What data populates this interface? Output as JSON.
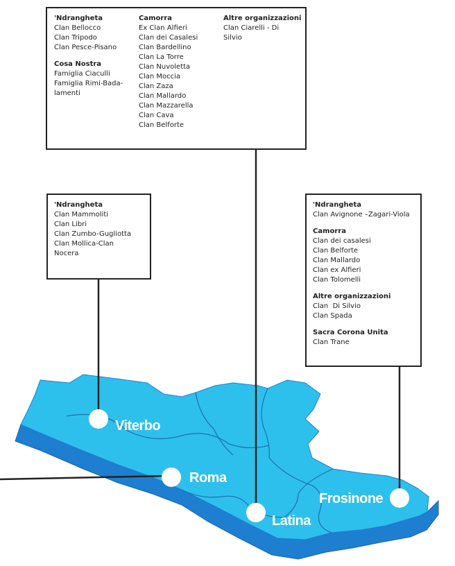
{
  "colors": {
    "region_top": "#2ec0ec",
    "region_side": "#1e7fd0",
    "region_side_dark": "#1863b8",
    "province_border": "#1a6fae",
    "leader": "#222222",
    "marker": "#ffffff",
    "city_label": "#ffffff"
  },
  "boxes": {
    "top": {
      "columns": [
        [
          {
            "heading": "'Ndrangheta",
            "items": [
              "Clan Bellocco",
              "Clan Tripodo",
              "Clan Pesce-Pisano"
            ]
          },
          {
            "heading": "Cosa Nostra",
            "items": [
              "Famiglia Ciaculli",
              "Famiglia Rimi-Bada-",
              "lamenti"
            ]
          }
        ],
        [
          {
            "heading": "Camorra",
            "items": [
              "Ex Clan Alfieri",
              "Clan dei Casalesi",
              "Clan Bardellino",
              "Clan La Torre",
              "Clan Nuvoletta",
              "Clan Moccia",
              "Clan Zaza",
              "Clan Mallardo",
              "Clan Mazzarella",
              "Clan Cava",
              "Clan Belforte"
            ]
          }
        ],
        [
          {
            "heading": "Altre organizzazioni",
            "items": [
              "Clan Ciarelli - Di",
              "Silvio"
            ]
          }
        ]
      ]
    },
    "viterbo": {
      "columns": [
        [
          {
            "heading": "'Ndrangheta",
            "items": [
              "Clan Mammoliti",
              "Clan Libri",
              "Clan Zumbo-Gugliotta",
              "Clan Mollica-Clan",
              "Nocera"
            ]
          }
        ]
      ]
    },
    "frosinone": {
      "columns": [
        [
          {
            "heading": "'Ndrangheta",
            "items": [
              "Clan Avignone –Zagari-Viola"
            ]
          },
          {
            "heading": "Camorra",
            "items": [
              "Clan dei casalesi",
              "Clan Belforte",
              "Clan Mallardo",
              "Clan ex Alfieri",
              "Clan Tolomelli"
            ]
          },
          {
            "heading": "Altre organizzazioni",
            "items": [
              "Clan  Di Silvio",
              "Clan Spada"
            ]
          },
          {
            "heading": "Sacra Corona Unita",
            "items": [
              "Clan Trane"
            ]
          }
        ]
      ]
    }
  },
  "cities": {
    "viterbo": "Viterbo",
    "roma": "Roma",
    "latina": "Latina",
    "frosinone": "Frosinone"
  }
}
